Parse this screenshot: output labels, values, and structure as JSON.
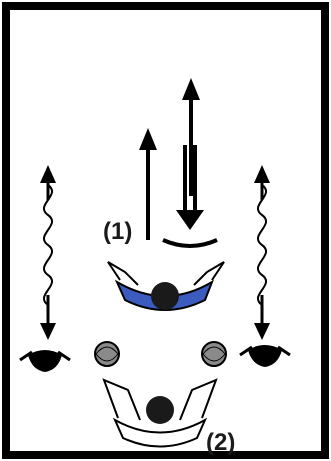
{
  "diagram": {
    "labels": {
      "player_1": "(1)",
      "player_2": "(2)"
    },
    "colors": {
      "court_line": "#000000",
      "jersey_player_1": "#3b5bbf",
      "ball": "#8a8a8a",
      "ink": "#111111"
    },
    "icons": {
      "player_1": "player-top-view-blue",
      "player_2": "player-top-view-white",
      "defenders": "defender-stance-icon",
      "ball": "basketball-icon"
    }
  }
}
